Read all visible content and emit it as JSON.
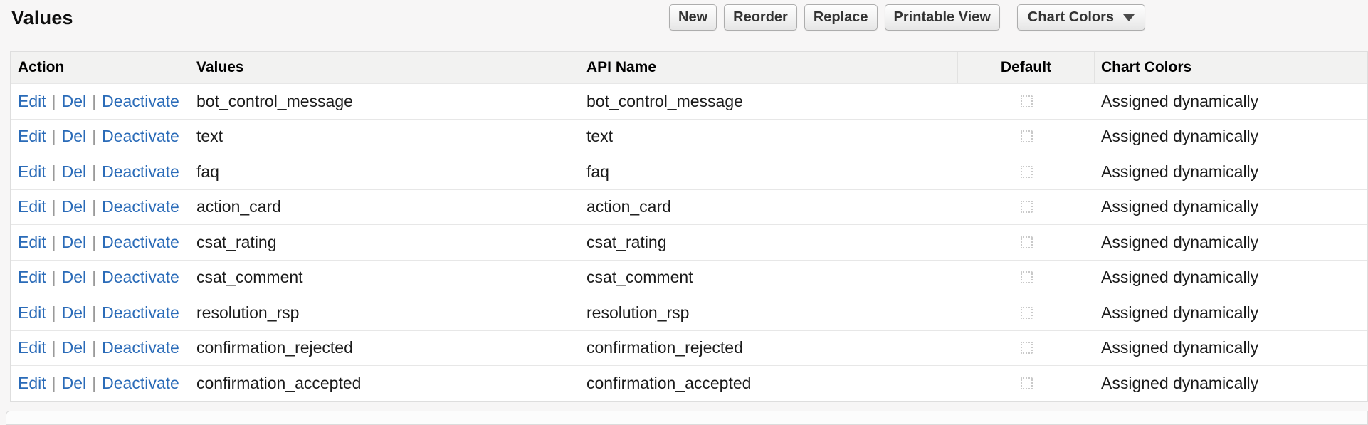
{
  "page": {
    "title": "Values"
  },
  "toolbar": {
    "buttons": [
      "New",
      "Reorder",
      "Replace",
      "Printable View",
      "Chart Colors"
    ]
  },
  "colors": {
    "link_blue": "#2a6bb8",
    "header_bg": "#f2f2f1",
    "page_bg": "#f7f6f6"
  },
  "table": {
    "columns": [
      "Action",
      "Values",
      "API Name",
      "Default",
      "Chart Colors"
    ],
    "action_links": [
      "Edit",
      "Del",
      "Deactivate"
    ],
    "link_separator": "|",
    "rows": [
      {
        "value": "bot_control_message",
        "api_name": "bot_control_message",
        "default_checked": false,
        "chart_colors": "Assigned dynamically"
      },
      {
        "value": "text",
        "api_name": "text",
        "default_checked": false,
        "chart_colors": "Assigned dynamically"
      },
      {
        "value": "faq",
        "api_name": "faq",
        "default_checked": false,
        "chart_colors": "Assigned dynamically"
      },
      {
        "value": "action_card",
        "api_name": "action_card",
        "default_checked": false,
        "chart_colors": "Assigned dynamically"
      },
      {
        "value": "csat_rating",
        "api_name": "csat_rating",
        "default_checked": false,
        "chart_colors": "Assigned dynamically"
      },
      {
        "value": "csat_comment",
        "api_name": "csat_comment",
        "default_checked": false,
        "chart_colors": "Assigned dynamically"
      },
      {
        "value": "resolution_rsp",
        "api_name": "resolution_rsp",
        "default_checked": false,
        "chart_colors": "Assigned dynamically"
      },
      {
        "value": "confirmation_rejected",
        "api_name": "confirmation_rejected",
        "default_checked": false,
        "chart_colors": "Assigned dynamically"
      },
      {
        "value": "confirmation_accepted",
        "api_name": "confirmation_accepted",
        "default_checked": false,
        "chart_colors": "Assigned dynamically"
      }
    ]
  }
}
